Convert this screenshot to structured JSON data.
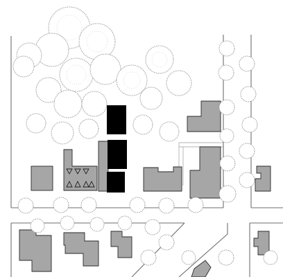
{
  "map": {
    "style": "black-and-white architectural site plan, figure-ground",
    "colors": {
      "background": "#ffffff",
      "existing_building": "#a6a6a6",
      "proposed_building": "#000000",
      "road_edge": "#6e6e6e",
      "tree_outline": "#8a8a8a"
    },
    "feature_kinds": [
      "street-tree",
      "canopy-tree",
      "existing-building",
      "proposed-building",
      "road-edge",
      "footpath",
      "stair-marks"
    ]
  }
}
